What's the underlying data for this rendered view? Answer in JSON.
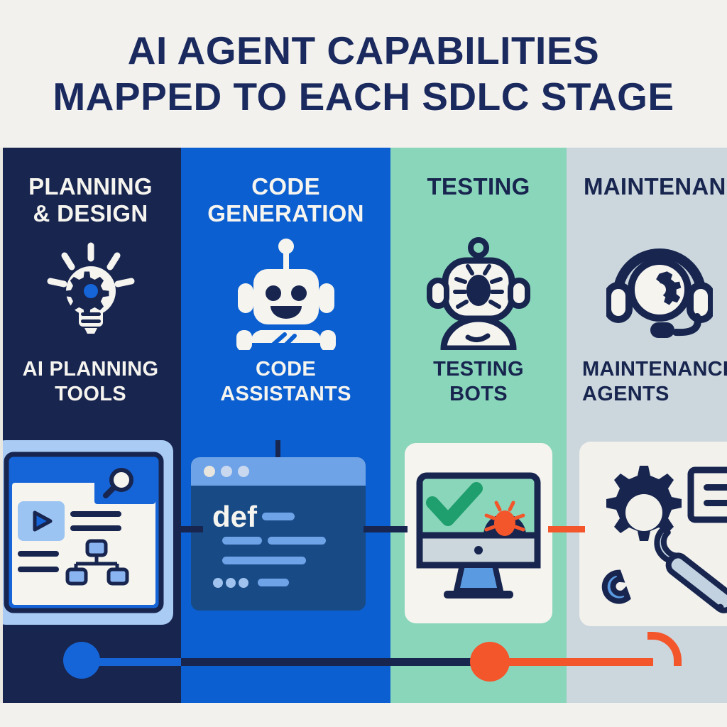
{
  "title": {
    "line1": "AI AGENT CAPABILITIES",
    "line2": "MAPPED TO EACH SDLC STAGE",
    "color": "#1b2a5e"
  },
  "background_color": "#f2f1ed",
  "stages": [
    {
      "heading": "PLANNING\n& DESIGN",
      "heading_line1": "PLANNING",
      "heading_line2": "& DESIGN",
      "subtitle_line1": "AI PLANNING",
      "subtitle_line2": "TOOLS",
      "icon": "lightbulb-gear-icon",
      "illustration": "wireframe-mockup-card",
      "band_color": "#17254f",
      "text_color": "#f6f4ef"
    },
    {
      "heading_line1": "CODE",
      "heading_line2": "GENERATION",
      "subtitle_line1": "CODE",
      "subtitle_line2": "ASSISTANTS",
      "icon": "robot-icon",
      "illustration": "code-editor-window",
      "code_keyword": "def",
      "band_color": "#0b5fd0",
      "text_color": "#f6f4ef"
    },
    {
      "heading_line1": "TESTING",
      "heading_line2": "",
      "subtitle_line1": "TESTING",
      "subtitle_line2": "BOTS",
      "icon": "bug-robot-head-icon",
      "illustration": "monitor-check-bug",
      "band_color": "#8ad6bb",
      "text_color": "#17254f"
    },
    {
      "heading_line1": "MAINTENANCE",
      "heading_line2": "",
      "subtitle_line1": "MAINTENANCE",
      "subtitle_line2": "AGENTS",
      "icon": "headset-gear-icon",
      "illustration": "gear-wrench-doc",
      "band_color": "#ccd6dd",
      "text_color": "#17254f"
    }
  ],
  "accents": {
    "navy": "#17254f",
    "blue": "#1565d8",
    "bright_blue": "#0b5fd0",
    "mint": "#8ad6bb",
    "slate": "#ccd6dd",
    "orange": "#f4562c",
    "green_check": "#1f9e6e",
    "cream": "#f6f4ef"
  }
}
